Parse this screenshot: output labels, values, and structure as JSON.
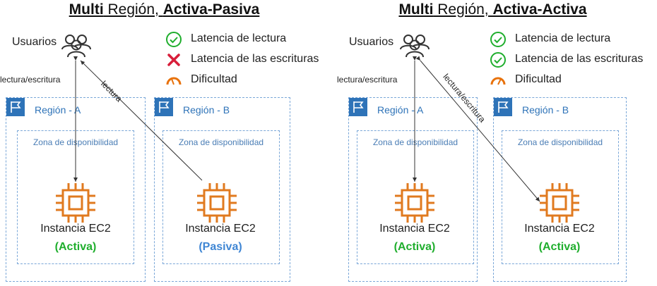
{
  "panels": [
    {
      "title_prefix": "Multi",
      "title_middle": " Región, ",
      "title_bold": "Activa-Pasiva",
      "users_label": "Usuarios",
      "legend": [
        {
          "text": "Latencia de lectura",
          "icon": "check-circle-icon",
          "color": "#1fae2d"
        },
        {
          "text": "Latencia de las escrituras",
          "icon": "cross-icon",
          "color": "#d81e3a"
        },
        {
          "text": "Dificultad",
          "icon": "gauge-icon",
          "color": "#e8720c"
        }
      ],
      "regions": [
        {
          "label": "Región - A",
          "az_label": "Zona de disponibilidad",
          "instance": "Instancia EC2",
          "state": "(Activa)"
        },
        {
          "label": "Región - B",
          "az_label": "Zona de disponibilidad",
          "instance": "Instancia EC2",
          "state": "(Pasiva)"
        }
      ],
      "arrows": [
        {
          "label": "lectura/escritura"
        },
        {
          "label": "lectura"
        }
      ]
    },
    {
      "title_prefix": "Multi",
      "title_middle": " Región, ",
      "title_bold": "Activa-Activa",
      "users_label": "Usuarios",
      "legend": [
        {
          "text": "Latencia de lectura",
          "icon": "check-circle-icon",
          "color": "#1fae2d"
        },
        {
          "text": "Latencia de las escrituras",
          "icon": "check-circle-icon",
          "color": "#1fae2d"
        },
        {
          "text": "Dificultad",
          "icon": "gauge-icon",
          "color": "#e8720c"
        }
      ],
      "regions": [
        {
          "label": "Región - A",
          "az_label": "Zona de disponibilidad",
          "instance": "Instancia EC2",
          "state": "(Activa)"
        },
        {
          "label": "Región - B",
          "az_label": "Zona de disponibilidad",
          "instance": "Instancia EC2",
          "state": "(Activa)"
        }
      ],
      "arrows": [
        {
          "label": "lectura/escritura"
        },
        {
          "label": "lectura/escritura"
        }
      ]
    }
  ],
  "colors": {
    "region_border": "#7aa7d8",
    "region_text": "#2e73b8",
    "chip": "#e07a1f",
    "active": "#1fae2d",
    "passive": "#3f86d4"
  }
}
